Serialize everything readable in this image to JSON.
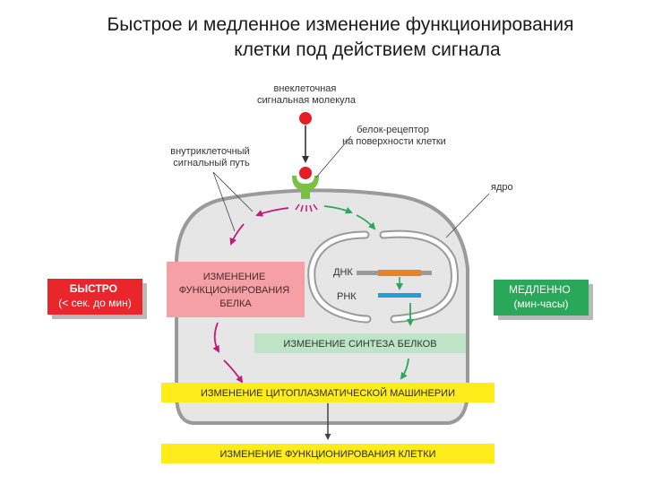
{
  "title": {
    "line1": "Быстрое и медленное изменение функционирования",
    "line2": "клетки под действием сигнала"
  },
  "labels": {
    "signal_molecule": [
      "внеклеточная",
      "сигнальная молекула"
    ],
    "receptor": [
      "белок-рецептор",
      "на поверхности клетки"
    ],
    "intracellular_path": [
      "внутриклеточный",
      "сигнальный путь"
    ],
    "nucleus": "ядро",
    "dna": "ДНК",
    "rna": "РНК"
  },
  "boxes": {
    "fast": [
      "БЫСТРО",
      "(< сек. до мин)"
    ],
    "slow": [
      "МЕДЛЕННО",
      "(мин-часы)"
    ],
    "protein_function": [
      "ИЗМЕНЕНИЕ",
      "ФУНКЦИОНИРОВАНИЯ",
      "БЕЛКА"
    ],
    "protein_synthesis": "ИЗМЕНЕНИЕ СИНТЕЗА БЕЛКОВ",
    "cytoplasmic": "ИЗМЕНЕНИЕ ЦИТОПЛАЗМАТИЧЕСКОЙ МАШИНЕРИИ",
    "cell_function": "ИЗМЕНЕНИЕ ФУНКЦИОНИРОВАНИЯ КЛЕТКИ"
  },
  "colors": {
    "fast_red": "#e8262b",
    "pink_box": "#f4a0a4",
    "slow_green": "#2aa85a",
    "green_box": "#bfe3c6",
    "yellow_box": "#ffec1a",
    "magenta_arrow": "#c21a7a",
    "green_arrow": "#2aa85a",
    "cell_fill": "#e6e6e6",
    "cell_border": "#9a9a9a",
    "dna_orange": "#e8832a",
    "rna_blue": "#1f9fd3",
    "receptor_green": "#7ac143",
    "signal_red": "#e31e24"
  }
}
